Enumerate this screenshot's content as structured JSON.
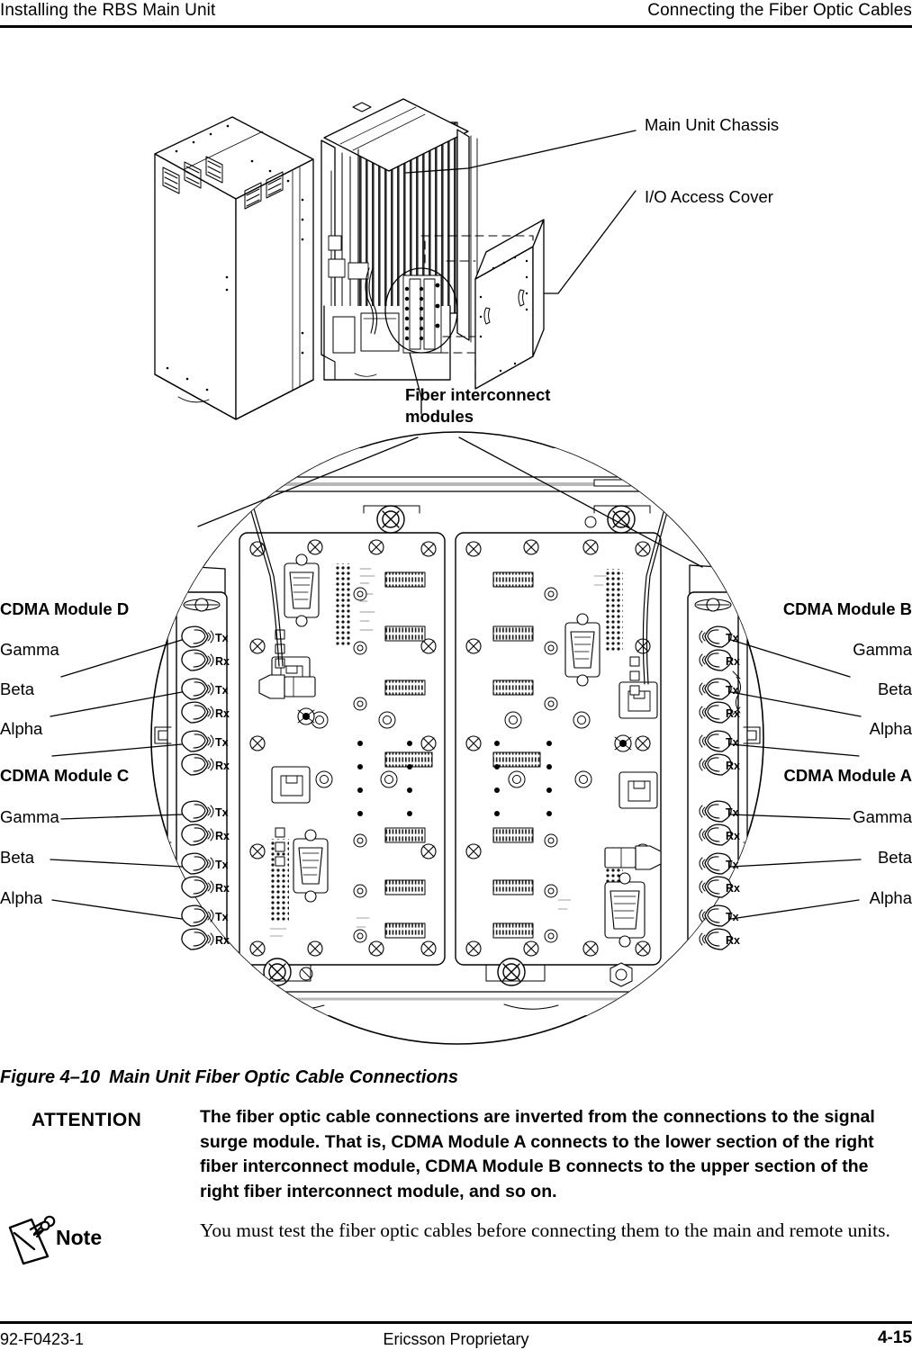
{
  "header": {
    "left": "Installing the RBS Main Unit",
    "right": "Connecting the Fiber Optic Cables"
  },
  "footer": {
    "document_number": "92-F0423-1",
    "center": "Ericsson Proprietary",
    "page_number": "4-15"
  },
  "figure": {
    "caption_number": "Figure 4–10",
    "caption_title": "Main Unit Fiber Optic Cable Connections",
    "callouts": {
      "main_unit_chassis": "Main Unit Chassis",
      "io_access_cover": "I/O Access Cover",
      "fiber_interconnect_line1": "Fiber interconnect",
      "fiber_interconnect_line2": "modules"
    },
    "left_labels": [
      {
        "text": "CDMA Module D",
        "bold": true
      },
      {
        "text": "Gamma",
        "bold": false
      },
      {
        "text": "Beta",
        "bold": false
      },
      {
        "text": "Alpha",
        "bold": false
      },
      {
        "text": "CDMA Module C",
        "bold": true
      },
      {
        "text": "Gamma",
        "bold": false
      },
      {
        "text": "Beta",
        "bold": false
      },
      {
        "text": "Alpha",
        "bold": false
      }
    ],
    "right_labels": [
      {
        "text": "CDMA Module B",
        "bold": true
      },
      {
        "text": "Gamma",
        "bold": false
      },
      {
        "text": "Beta",
        "bold": false
      },
      {
        "text": "Alpha",
        "bold": false
      },
      {
        "text": "CDMA Module A",
        "bold": true
      },
      {
        "text": "Gamma",
        "bold": false
      },
      {
        "text": "Beta",
        "bold": false
      },
      {
        "text": "Alpha",
        "bold": false
      }
    ],
    "connector_labels": {
      "tx": "Tx",
      "rx": "Rx"
    }
  },
  "attention": {
    "label": "ATTENTION",
    "body": "The fiber optic cable connections are inverted from the connections to the signal surge module. That is, CDMA Module A connects to the lower section of the right fiber interconnect module, CDMA Module B connects to the upper section of the right fiber interconnect module, and so on."
  },
  "note": {
    "label": "Note",
    "body": "You must test the fiber optic cables before connecting them to the main and remote units."
  },
  "colors": {
    "ink": "#000000",
    "paper": "#ffffff",
    "shading": "#d9d9d9"
  }
}
